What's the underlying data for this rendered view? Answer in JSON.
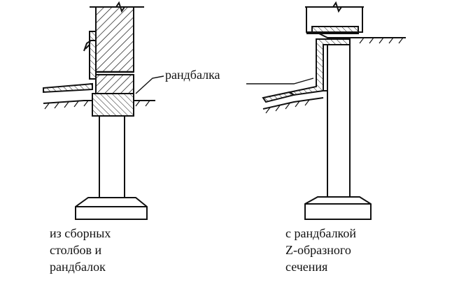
{
  "label": "рандбалка",
  "captions": {
    "left": [
      "из сборных",
      "столбов и",
      "рандбалок"
    ],
    "right": [
      "с рандбалкой",
      "Z-образного",
      "сечения"
    ]
  },
  "colors": {
    "ink": "#111111",
    "background": "#ffffff"
  }
}
